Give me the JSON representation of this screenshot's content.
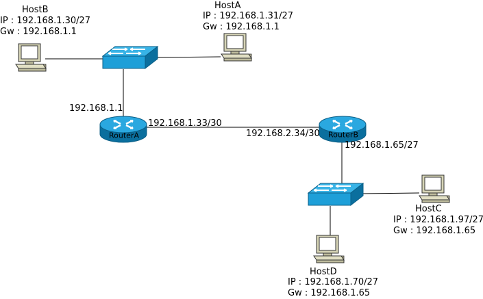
{
  "hosts": {
    "hostB": {
      "name": "HostB",
      "ip": "IP : 192.168.1.30/27",
      "gw": "Gw : 192.168.1.1"
    },
    "hostA": {
      "name": "HostA",
      "ip": "IP : 192.168.1.31/27",
      "gw": "Gw : 192.168.1.1"
    },
    "hostC": {
      "name": "HostC",
      "ip": "IP : 192.168.1.97/27",
      "gw": "Gw : 192.168.1.65"
    },
    "hostD": {
      "name": "HostD",
      "ip": "IP : 192.168.1.70/27",
      "gw": "Gw : 192.168.1.65"
    }
  },
  "routers": {
    "routerA": {
      "name": "RouterA",
      "lan_ip": "192.168.1.1",
      "wan_ip": "192.168.1.33/30"
    },
    "routerB": {
      "name": "RouterB",
      "wan_ip": "192.168.2.34/30",
      "lan_ip": "192.168.1.65/27"
    }
  },
  "colors": {
    "device_blue": "#1e9fd8",
    "device_dark_blue": "#0b6f9e",
    "computer_beige": "#d6d4b6",
    "line": "#000000"
  }
}
